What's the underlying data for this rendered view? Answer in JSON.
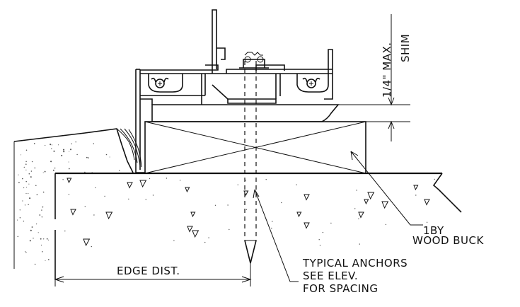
{
  "labels": {
    "dimension_max": "1/4\" MAX.",
    "shim": "SHIM",
    "buck_line1": "1BY",
    "buck_line2": "WOOD BUCK",
    "edge_dist": "EDGE DIST.",
    "anchors_line1": "TYPICAL ANCHORS",
    "anchors_line2": "SEE ELEV.",
    "anchors_line3": "FOR SPACING"
  },
  "colors": {
    "ink": "#111111",
    "background": "#ffffff"
  }
}
